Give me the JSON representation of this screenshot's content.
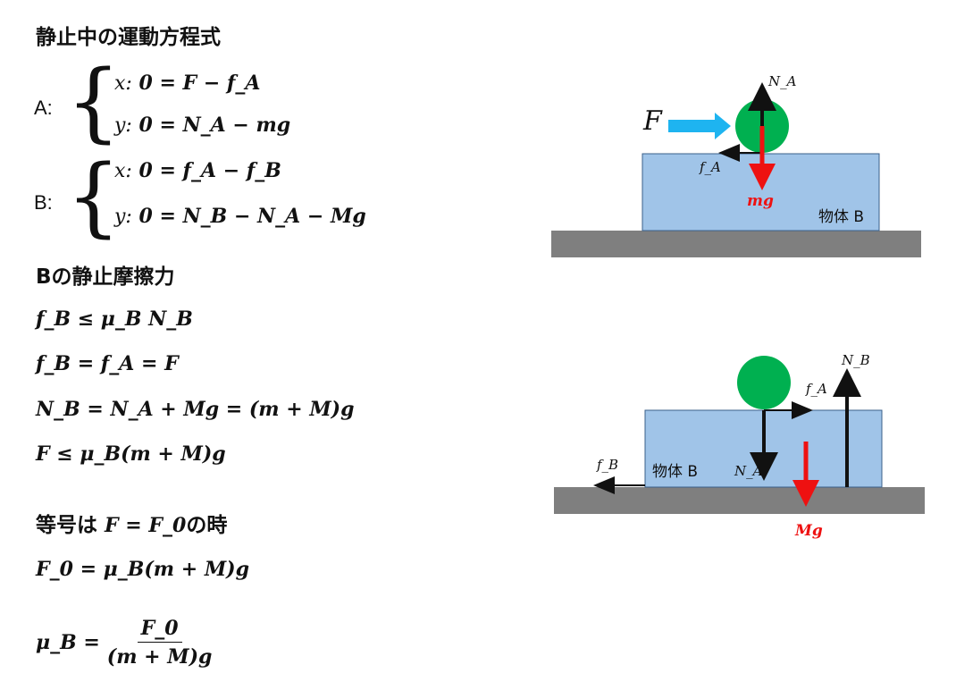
{
  "heading_static": "静止中の運動方程式",
  "bodyA_label": "A:",
  "bodyB_label": "B:",
  "eqA_x_prefix": "x:",
  "eqA_x": "0 = F − f_A",
  "eqA_y_prefix": "y:",
  "eqA_y": "0 = N_A − mg",
  "eqB_x_prefix": "x:",
  "eqB_x": "0 = f_A − f_B",
  "eqB_y_prefix": "y:",
  "eqB_y": "0 = N_B − N_A − Mg",
  "heading_friction": "Bの静止摩擦力",
  "fric_eq1": "f_B ≤ μ_B N_B",
  "fric_eq2": "f_B = f_A = F",
  "fric_eq3": "N_B = N_A + Mg = (m + M)g",
  "fric_eq4": "F ≤ μ_B(m + M)g",
  "heading_equal_pre": "等号は ",
  "heading_equal_math": "F = F_0",
  "heading_equal_post": "の時",
  "f0_eq": "F_0 = μ_B(m + M)g",
  "mu_lhs": "μ_B =",
  "mu_num": "F_0",
  "mu_den": "(m + M)g",
  "diagram1": {
    "force_F": "F",
    "normal_A": "N_A",
    "friction_A": "f_A",
    "weight_m": "mg",
    "block_label": "物体 B"
  },
  "diagram2": {
    "normal_B": "N_B",
    "friction_A": "f_A",
    "friction_B": "f_B",
    "normal_A": "N_A",
    "weight_M": "Mg",
    "block_label": "物体 B"
  },
  "colors": {
    "block_fill": "#a0c4e8",
    "block_stroke": "#3a5f8a",
    "ground": "#7f7f7f",
    "ball": "#00b050",
    "arrow_F": "#1eb4f0",
    "arrow_weight": "#ee1111",
    "arrow_black": "#111111"
  }
}
